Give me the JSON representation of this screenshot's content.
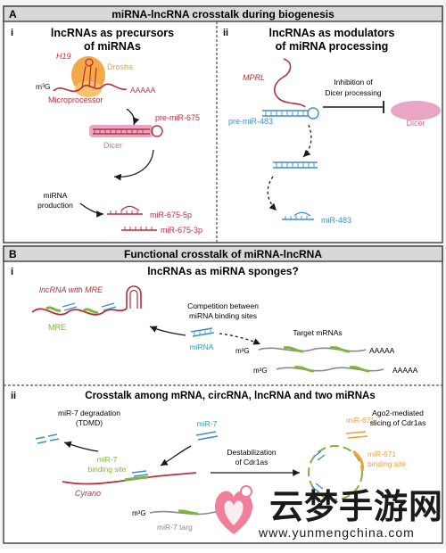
{
  "panel_a": {
    "letter": "A",
    "title": "miRNA-lncRNA crosstalk during biogenesis",
    "i": {
      "numeral": "i",
      "title_line1": "lncRNAs as precursors",
      "title_line2": "of miRNAs",
      "h19": "H19",
      "drosha": "Drosha",
      "cap": "m³G",
      "polya": "AAAAA",
      "microprocessor": "Microprocessor",
      "pre_mir": "pre-miR-675",
      "dicer": "Dicer",
      "production_line1": "miRNA",
      "production_line2": "production",
      "mir_5p": "miR-675-5p",
      "mir_3p": "miR-675-3p"
    },
    "ii": {
      "numeral": "ii",
      "title_line1": "lncRNAs as modulators",
      "title_line2": "of miRNA processing",
      "mprl": "MPRL",
      "inhibition_line1": "Inhibition of",
      "inhibition_line2": "Dicer processing",
      "pre_mir": "pre-miR-483",
      "dicer": "Dicer",
      "mir": "miR-483"
    }
  },
  "panel_b": {
    "letter": "B",
    "title": "Functional crosstalk of miRNA-lncRNA",
    "i": {
      "numeral": "i",
      "title": "lncRNAs as miRNA sponges?",
      "lncrna_label": "lncRNA with MRE",
      "mre": "MRE",
      "competition_line1": "Competition between",
      "competition_line2": "miRNA binding sites",
      "mirna": "miRNA",
      "targets": "Target mRNAs",
      "cap": "m³G",
      "polya": "AAAAA"
    },
    "ii": {
      "numeral": "ii",
      "title": "Crosstalk among mRNA, circRNA, lncRNA and two miRNAs",
      "degradation_line1": "miR-7 degradation",
      "degradation_line2": "(TDMD)",
      "binding_line1": "miR-7",
      "binding_line2": "binding site",
      "cyrano": "Cyrano",
      "mir7": "miR-7",
      "destab_line1": "Destabilization",
      "destab_line2": "of Cdr1as",
      "mir671": "miR-671",
      "ago_line1": "Ago2-mediated",
      "ago_line2": "slicing of Cdr1as",
      "mir671_site_line1": "miR-671",
      "mir671_site_line2": "binding site",
      "cap": "m³G",
      "target_partial": "miR-7 targ"
    }
  },
  "watermark": {
    "title": "云梦手游网",
    "url": "www.yunmengchina.com"
  },
  "colors": {
    "red": "#b2323f",
    "blue": "#3f8fc6",
    "green": "#7fb342",
    "orange": "#f2a033",
    "pink": "#e8a6c4",
    "header": "#d8d8d8"
  }
}
